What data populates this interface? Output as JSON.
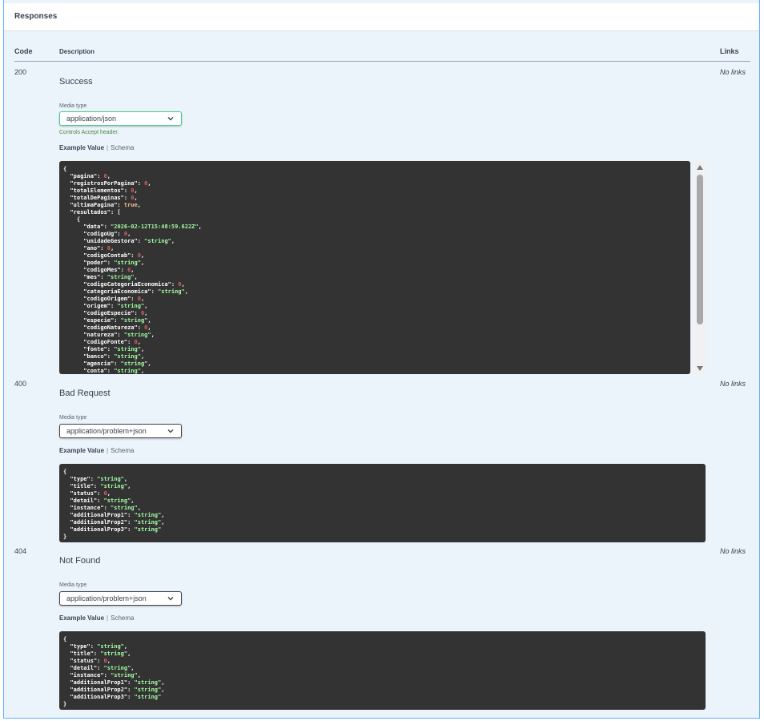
{
  "panel": {
    "title": "Responses",
    "columns": {
      "code": "Code",
      "description": "Description",
      "links": "Links"
    }
  },
  "responses": [
    {
      "code": "200",
      "description": "Success",
      "links": "No links",
      "media_type_label": "Media type",
      "media_type": "application/json",
      "controls_note": "Controls Accept header.",
      "tab_example": "Example Value",
      "tab_schema": "Schema",
      "example_lines": [
        [
          [
            "{",
            "k"
          ]
        ],
        [
          [
            "  \"pagina\": ",
            "k"
          ],
          [
            "0",
            "n"
          ],
          [
            ",",
            "k"
          ]
        ],
        [
          [
            "  \"registrosPorPagina\": ",
            "k"
          ],
          [
            "0",
            "n"
          ],
          [
            ",",
            "k"
          ]
        ],
        [
          [
            "  \"totalElementos\": ",
            "k"
          ],
          [
            "0",
            "n"
          ],
          [
            ",",
            "k"
          ]
        ],
        [
          [
            "  \"totalDePaginas\": ",
            "k"
          ],
          [
            "0",
            "n"
          ],
          [
            ",",
            "k"
          ]
        ],
        [
          [
            "  \"ultimaPagina\": ",
            "k"
          ],
          [
            "true",
            "b"
          ],
          [
            ",",
            "k"
          ]
        ],
        [
          [
            "  \"resultados\": [",
            "k"
          ]
        ],
        [
          [
            "    {",
            "k"
          ]
        ],
        [
          [
            "      \"data\": ",
            "k"
          ],
          [
            "\"2026-02-12T15:48:59.622Z\"",
            "s"
          ],
          [
            ",",
            "k"
          ]
        ],
        [
          [
            "      \"codigoUg\": ",
            "k"
          ],
          [
            "0",
            "n"
          ],
          [
            ",",
            "k"
          ]
        ],
        [
          [
            "      \"unidadeGestora\": ",
            "k"
          ],
          [
            "\"string\"",
            "s"
          ],
          [
            ",",
            "k"
          ]
        ],
        [
          [
            "      \"ano\": ",
            "k"
          ],
          [
            "0",
            "n"
          ],
          [
            ",",
            "k"
          ]
        ],
        [
          [
            "      \"codigoContab\": ",
            "k"
          ],
          [
            "0",
            "n"
          ],
          [
            ",",
            "k"
          ]
        ],
        [
          [
            "      \"poder\": ",
            "k"
          ],
          [
            "\"string\"",
            "s"
          ],
          [
            ",",
            "k"
          ]
        ],
        [
          [
            "      \"codigoMes\": ",
            "k"
          ],
          [
            "0",
            "n"
          ],
          [
            ",",
            "k"
          ]
        ],
        [
          [
            "      \"mes\": ",
            "k"
          ],
          [
            "\"string\"",
            "s"
          ],
          [
            ",",
            "k"
          ]
        ],
        [
          [
            "      \"codigoCategoriaEconomica\": ",
            "k"
          ],
          [
            "0",
            "n"
          ],
          [
            ",",
            "k"
          ]
        ],
        [
          [
            "      \"categoriaEconomica\": ",
            "k"
          ],
          [
            "\"string\"",
            "s"
          ],
          [
            ",",
            "k"
          ]
        ],
        [
          [
            "      \"codigoOrigem\": ",
            "k"
          ],
          [
            "0",
            "n"
          ],
          [
            ",",
            "k"
          ]
        ],
        [
          [
            "      \"origem\": ",
            "k"
          ],
          [
            "\"string\"",
            "s"
          ],
          [
            ",",
            "k"
          ]
        ],
        [
          [
            "      \"codigoEspecie\": ",
            "k"
          ],
          [
            "0",
            "n"
          ],
          [
            ",",
            "k"
          ]
        ],
        [
          [
            "      \"especie\": ",
            "k"
          ],
          [
            "\"string\"",
            "s"
          ],
          [
            ",",
            "k"
          ]
        ],
        [
          [
            "      \"codigoNatureza\": ",
            "k"
          ],
          [
            "0",
            "n"
          ],
          [
            ",",
            "k"
          ]
        ],
        [
          [
            "      \"natureza\": ",
            "k"
          ],
          [
            "\"string\"",
            "s"
          ],
          [
            ",",
            "k"
          ]
        ],
        [
          [
            "      \"codigoFonte\": ",
            "k"
          ],
          [
            "0",
            "n"
          ],
          [
            ",",
            "k"
          ]
        ],
        [
          [
            "      \"fonte\": ",
            "k"
          ],
          [
            "\"string\"",
            "s"
          ],
          [
            ",",
            "k"
          ]
        ],
        [
          [
            "      \"banco\": ",
            "k"
          ],
          [
            "\"string\"",
            "s"
          ],
          [
            ",",
            "k"
          ]
        ],
        [
          [
            "      \"agencia\": ",
            "k"
          ],
          [
            "\"string\"",
            "s"
          ],
          [
            ",",
            "k"
          ]
        ],
        [
          [
            "      \"conta\": ",
            "k"
          ],
          [
            "\"string\"",
            "s"
          ],
          [
            ",",
            "k"
          ]
        ]
      ]
    },
    {
      "code": "400",
      "description": "Bad Request",
      "links": "No links",
      "media_type_label": "Media type",
      "media_type": "application/problem+json",
      "tab_example": "Example Value",
      "tab_schema": "Schema",
      "example_lines": [
        [
          [
            "{",
            "k"
          ]
        ],
        [
          [
            "  \"type\": ",
            "k"
          ],
          [
            "\"string\"",
            "s"
          ],
          [
            ",",
            "k"
          ]
        ],
        [
          [
            "  \"title\": ",
            "k"
          ],
          [
            "\"string\"",
            "s"
          ],
          [
            ",",
            "k"
          ]
        ],
        [
          [
            "  \"status\": ",
            "k"
          ],
          [
            "0",
            "n"
          ],
          [
            ",",
            "k"
          ]
        ],
        [
          [
            "  \"detail\": ",
            "k"
          ],
          [
            "\"string\"",
            "s"
          ],
          [
            ",",
            "k"
          ]
        ],
        [
          [
            "  \"instance\": ",
            "k"
          ],
          [
            "\"string\"",
            "s"
          ],
          [
            ",",
            "k"
          ]
        ],
        [
          [
            "  \"additionalProp1\": ",
            "k"
          ],
          [
            "\"string\"",
            "s"
          ],
          [
            ",",
            "k"
          ]
        ],
        [
          [
            "  \"additionalProp2\": ",
            "k"
          ],
          [
            "\"string\"",
            "s"
          ],
          [
            ",",
            "k"
          ]
        ],
        [
          [
            "  \"additionalProp3\": ",
            "k"
          ],
          [
            "\"string\"",
            "s"
          ]
        ],
        [
          [
            "}",
            "k"
          ]
        ]
      ]
    },
    {
      "code": "404",
      "description": "Not Found",
      "links": "No links",
      "media_type_label": "Media type",
      "media_type": "application/problem+json",
      "tab_example": "Example Value",
      "tab_schema": "Schema",
      "example_lines": [
        [
          [
            "{",
            "k"
          ]
        ],
        [
          [
            "  \"type\": ",
            "k"
          ],
          [
            "\"string\"",
            "s"
          ],
          [
            ",",
            "k"
          ]
        ],
        [
          [
            "  \"title\": ",
            "k"
          ],
          [
            "\"string\"",
            "s"
          ],
          [
            ",",
            "k"
          ]
        ],
        [
          [
            "  \"status\": ",
            "k"
          ],
          [
            "0",
            "n"
          ],
          [
            ",",
            "k"
          ]
        ],
        [
          [
            "  \"detail\": ",
            "k"
          ],
          [
            "\"string\"",
            "s"
          ],
          [
            ",",
            "k"
          ]
        ],
        [
          [
            "  \"instance\": ",
            "k"
          ],
          [
            "\"string\"",
            "s"
          ],
          [
            ",",
            "k"
          ]
        ],
        [
          [
            "  \"additionalProp1\": ",
            "k"
          ],
          [
            "\"string\"",
            "s"
          ],
          [
            ",",
            "k"
          ]
        ],
        [
          [
            "  \"additionalProp2\": ",
            "k"
          ],
          [
            "\"string\"",
            "s"
          ],
          [
            ",",
            "k"
          ]
        ],
        [
          [
            "  \"additionalProp3\": ",
            "k"
          ],
          [
            "\"string\"",
            "s"
          ]
        ],
        [
          [
            "}",
            "k"
          ]
        ]
      ]
    }
  ],
  "icons": {
    "select_arrow": "chevron-down-icon"
  },
  "colors": {
    "accent": "#61affe",
    "panel_bg": "#ebf3fb",
    "code_bg": "#333333",
    "string": "#a2fca2",
    "number": "#d36363",
    "boolean": "#fcc28c",
    "select_active_border": "#49cc90"
  }
}
